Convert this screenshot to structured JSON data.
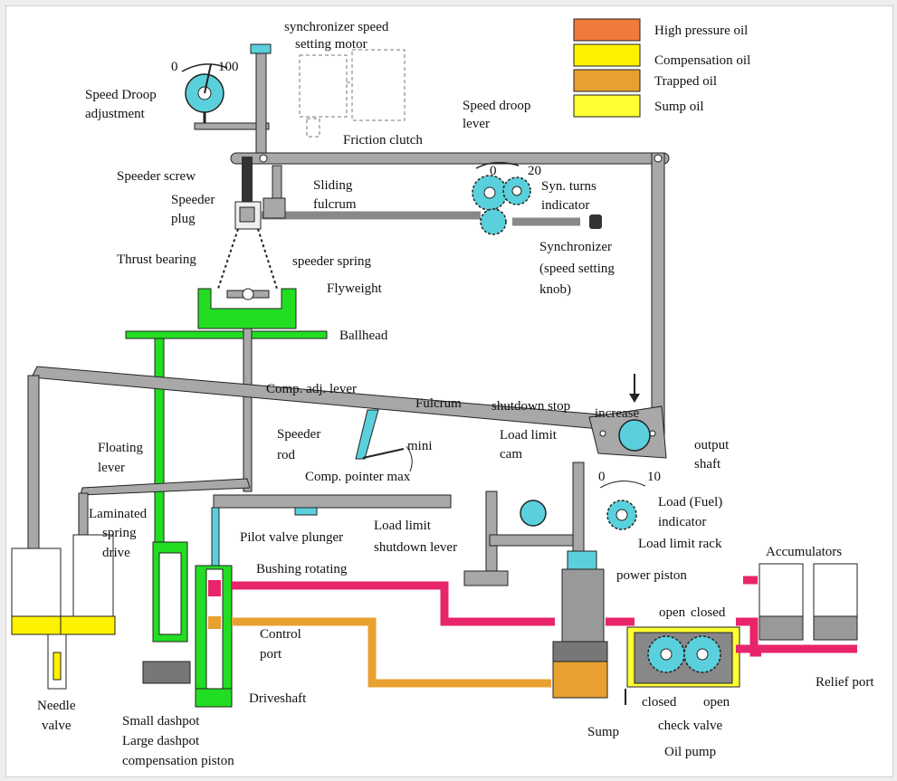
{
  "legend": {
    "items": [
      {
        "label": "High pressure oil",
        "color": "#f07a3c"
      },
      {
        "label": "Compensation oil",
        "color": "#fff200"
      },
      {
        "label": "Trapped oil",
        "color": "#e8a030"
      },
      {
        "label": "Sump oil",
        "color": "#ffff33"
      }
    ]
  },
  "colors": {
    "lever": "#a8a8a8",
    "gear": "#5ad0dc",
    "high_pressure_line": "#e8246a",
    "trapped_line": "#e8a030",
    "drive_green": "#22dd22",
    "sump": "#ffff33"
  },
  "labels": {
    "sync_motor": "synchronizer speed",
    "sync_motor_2": "setting motor",
    "droop_0": "0",
    "droop_100": "100",
    "speed_droop_adj": "Speed Droop",
    "speed_droop_adj_2": "adjustment",
    "speed_droop_lever": "Speed droop",
    "speed_droop_lever_2": "lever",
    "friction_clutch": "Friction clutch",
    "speeder_screw": "Speeder screw",
    "sliding_fulcrum": "Sliding",
    "sliding_fulcrum_2": "fulcrum",
    "speeder_plug": "Speeder",
    "speeder_plug_2": "plug",
    "syn_0": "0",
    "syn_20": "20",
    "syn_turns": "Syn. turns",
    "syn_turns_2": "indicator",
    "synchronizer": "Synchronizer",
    "synchronizer_2": "(speed setting",
    "synchronizer_3": "knob)",
    "thrust_bearing": "Thrust bearing",
    "speeder_spring": "speeder spring",
    "flyweight": "Flyweight",
    "ballhead": "Ballhead",
    "comp_adj_lever": "Comp. adj. lever",
    "fulcrum": "Fulcrum",
    "shutdown_stop": "shutdown stop",
    "increase": "increase",
    "output_shaft": "output",
    "output_shaft_2": "shaft",
    "speeder_rod": "Speeder",
    "speeder_rod_2": "rod",
    "mini": "mini",
    "comp_pointer": "Comp. pointer max",
    "floating_lever": "Floating",
    "floating_lever_2": "lever",
    "load_limit_cam": "Load limit",
    "load_limit_cam_2": "cam",
    "load_0": "0",
    "load_10": "10",
    "load_indicator": "Load (Fuel)",
    "load_indicator_2": "indicator",
    "laminated": "Laminated",
    "laminated_2": "spring",
    "laminated_3": "drive",
    "pilot_valve": "Pilot valve plunger",
    "load_limit_shutdown": "Load limit",
    "load_limit_shutdown_2": "shutdown lever",
    "load_limit_rack": "Load limit rack",
    "accumulators": "Accumulators",
    "bushing_rotating": "Bushing rotating",
    "power_piston": "power piston",
    "open_top": "open",
    "closed_top": "closed",
    "control_port": "Control",
    "control_port_2": "port",
    "relief_port": "Relief port",
    "needle_valve": "Needle",
    "needle_valve_2": "valve",
    "driveshaft": "Driveshaft",
    "closed_bottom": "closed",
    "open_bottom": "open",
    "small_dashpot": "Small dashpot",
    "check_valve": "check valve",
    "large_dashpot": "Large dashpot",
    "large_dashpot_2": "compensation piston",
    "sump": "Sump",
    "oil_pump": "Oil pump"
  }
}
